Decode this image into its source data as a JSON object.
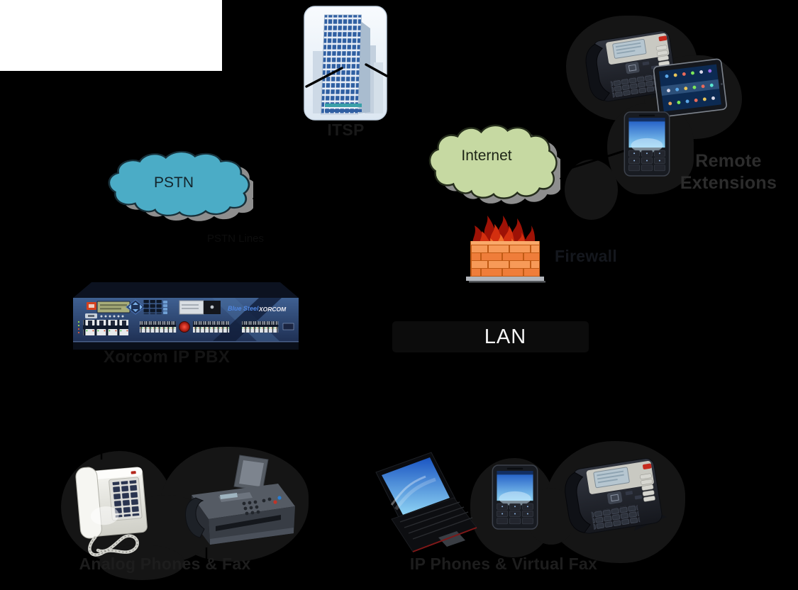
{
  "diagram": {
    "title_hint": "Xorcom IP PBX network topology diagram",
    "background": "#000000",
    "labels": {
      "itsp": "ITSP",
      "pstn": "PSTN",
      "pstn_lines": "PSTN Lines",
      "internet": "Internet",
      "firewall": "Firewall",
      "lan": "LAN",
      "pbx_caption": "Xorcom IP PBX",
      "remote_line1": "Remote",
      "remote_line2": "Extensions",
      "analog_caption": "Analog Phones & Fax",
      "ip_caption": "IP Phones & Virtual Fax"
    },
    "pbx_device": {
      "brand": "Blue Steel",
      "maker": "XORCOM"
    },
    "colors": {
      "pstn_cloud": "#4bacc6",
      "internet_cloud": "#c6d9a2",
      "cloud_shadow": "#8e8e8e",
      "firewall_brick": "#f58b46",
      "flame_red": "#d32f0f",
      "lan_bar": "#0c0c0c",
      "lan_text": "#f5f5f5",
      "pbx_panel": "#2c4a77",
      "white_box": "#ffffff",
      "caption_dark": "#1d1d1d"
    },
    "icons": [
      "itsp-building",
      "pstn-cloud",
      "internet-cloud",
      "firewall",
      "xorcom-pbx",
      "ip-phone",
      "tablet",
      "smartphone",
      "analog-phone",
      "fax-machine",
      "laptop"
    ]
  }
}
